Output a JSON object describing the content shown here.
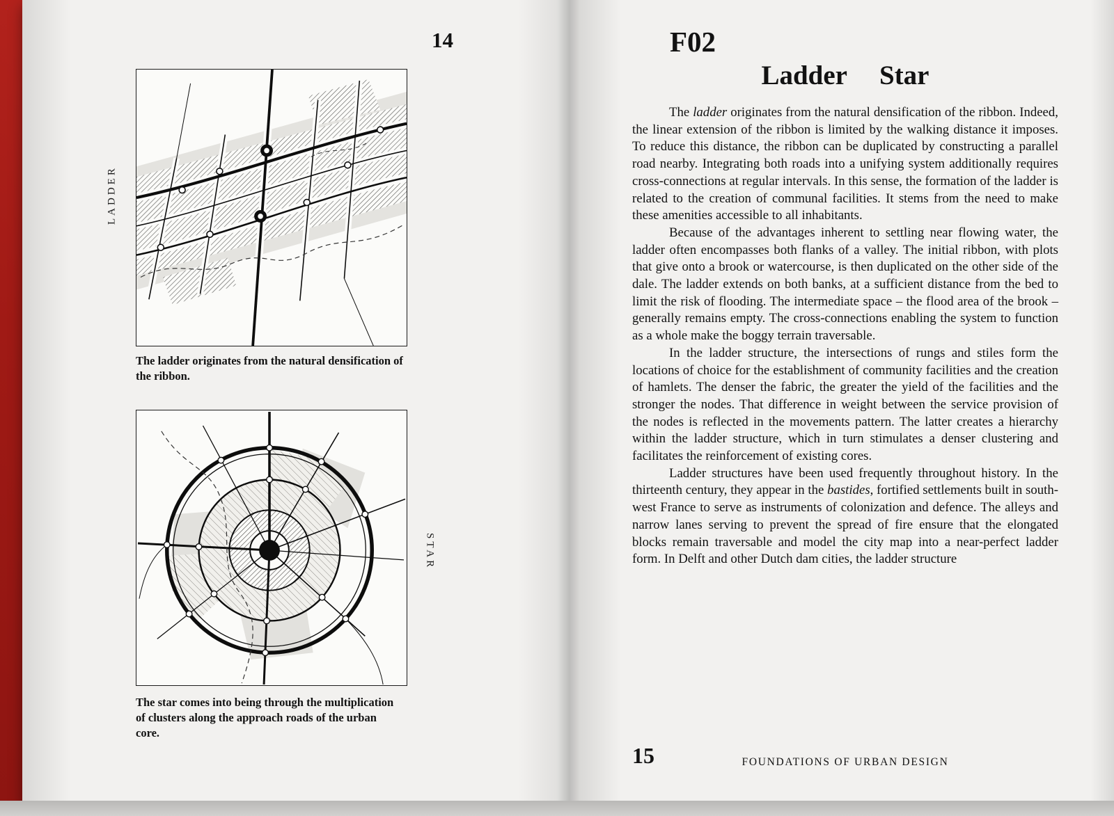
{
  "colors": {
    "page_bg": "#f2f1ef",
    "spine_red": "#a91d18",
    "ink": "#121212"
  },
  "page_left": {
    "page_number": "14",
    "figures": [
      {
        "id": "ladder",
        "side_label": "LADDER",
        "caption": "The ladder originates from the natural densification of the ribbon."
      },
      {
        "id": "star",
        "side_label": "STAR",
        "caption": "The star comes into being through the multiplication of clusters along the approach roads of the urban core."
      }
    ]
  },
  "page_right": {
    "chapter_code": "F02",
    "title_words": [
      "Ladder",
      "Star"
    ],
    "paragraphs": [
      [
        {
          "text": "The ",
          "italic": false
        },
        {
          "text": "ladder",
          "italic": true
        },
        {
          "text": " originates from the natural densification of the ribbon. Indeed, the linear extension of the ribbon is limited by the walking distance it imposes. To reduce this distance, the ribbon can be duplicated by constructing a parallel road nearby. Integrating both roads into a unifying system additionally requires cross-connections at regular intervals. In this sense, the formation of the ladder is related to the creation of communal facilities. It stems from the need to make these amenities accessible to all inhabitants.",
          "italic": false
        }
      ],
      [
        {
          "text": "Because of the advantages inherent to settling near flowing water, the ladder often encompasses both flanks of a valley. The initial ribbon, with plots that give onto a brook or watercourse, is then duplicated on the other side of the dale. The ladder extends on both banks, at a sufficient distance from the bed to limit the risk of flooding. The intermediate space – the flood area of the brook – generally remains empty. The cross-connections enabling the system to function as a whole make the boggy terrain traversable.",
          "italic": false
        }
      ],
      [
        {
          "text": "In the ladder structure, the intersections of rungs and stiles form the locations of choice for the establishment of community facilities and the creation of hamlets. The denser the fabric, the greater the yield of the facilities and the stronger the nodes. That difference in weight between the service provision of the nodes is reflected in the movements pattern. The latter creates a hierarchy within the ladder structure, which in turn stimulates a denser clustering and facilitates the reinforcement of existing cores.",
          "italic": false
        }
      ],
      [
        {
          "text": "Ladder structures have been used frequently throughout history. In the thirteenth century, they appear in the ",
          "italic": false
        },
        {
          "text": "bastides",
          "italic": true
        },
        {
          "text": ", fortified settlements built in south-west France to serve as instruments of colonization and defence. The alleys and narrow lanes serving to prevent the spread of fire ensure that the elongated blocks remain traversable and model the city map into a near-perfect ladder form. In Delft and other Dutch dam cities, the ladder structure",
          "italic": false
        }
      ]
    ],
    "footer": {
      "page_number": "15",
      "running_title": "FOUNDATIONS OF URBAN DESIGN"
    }
  }
}
